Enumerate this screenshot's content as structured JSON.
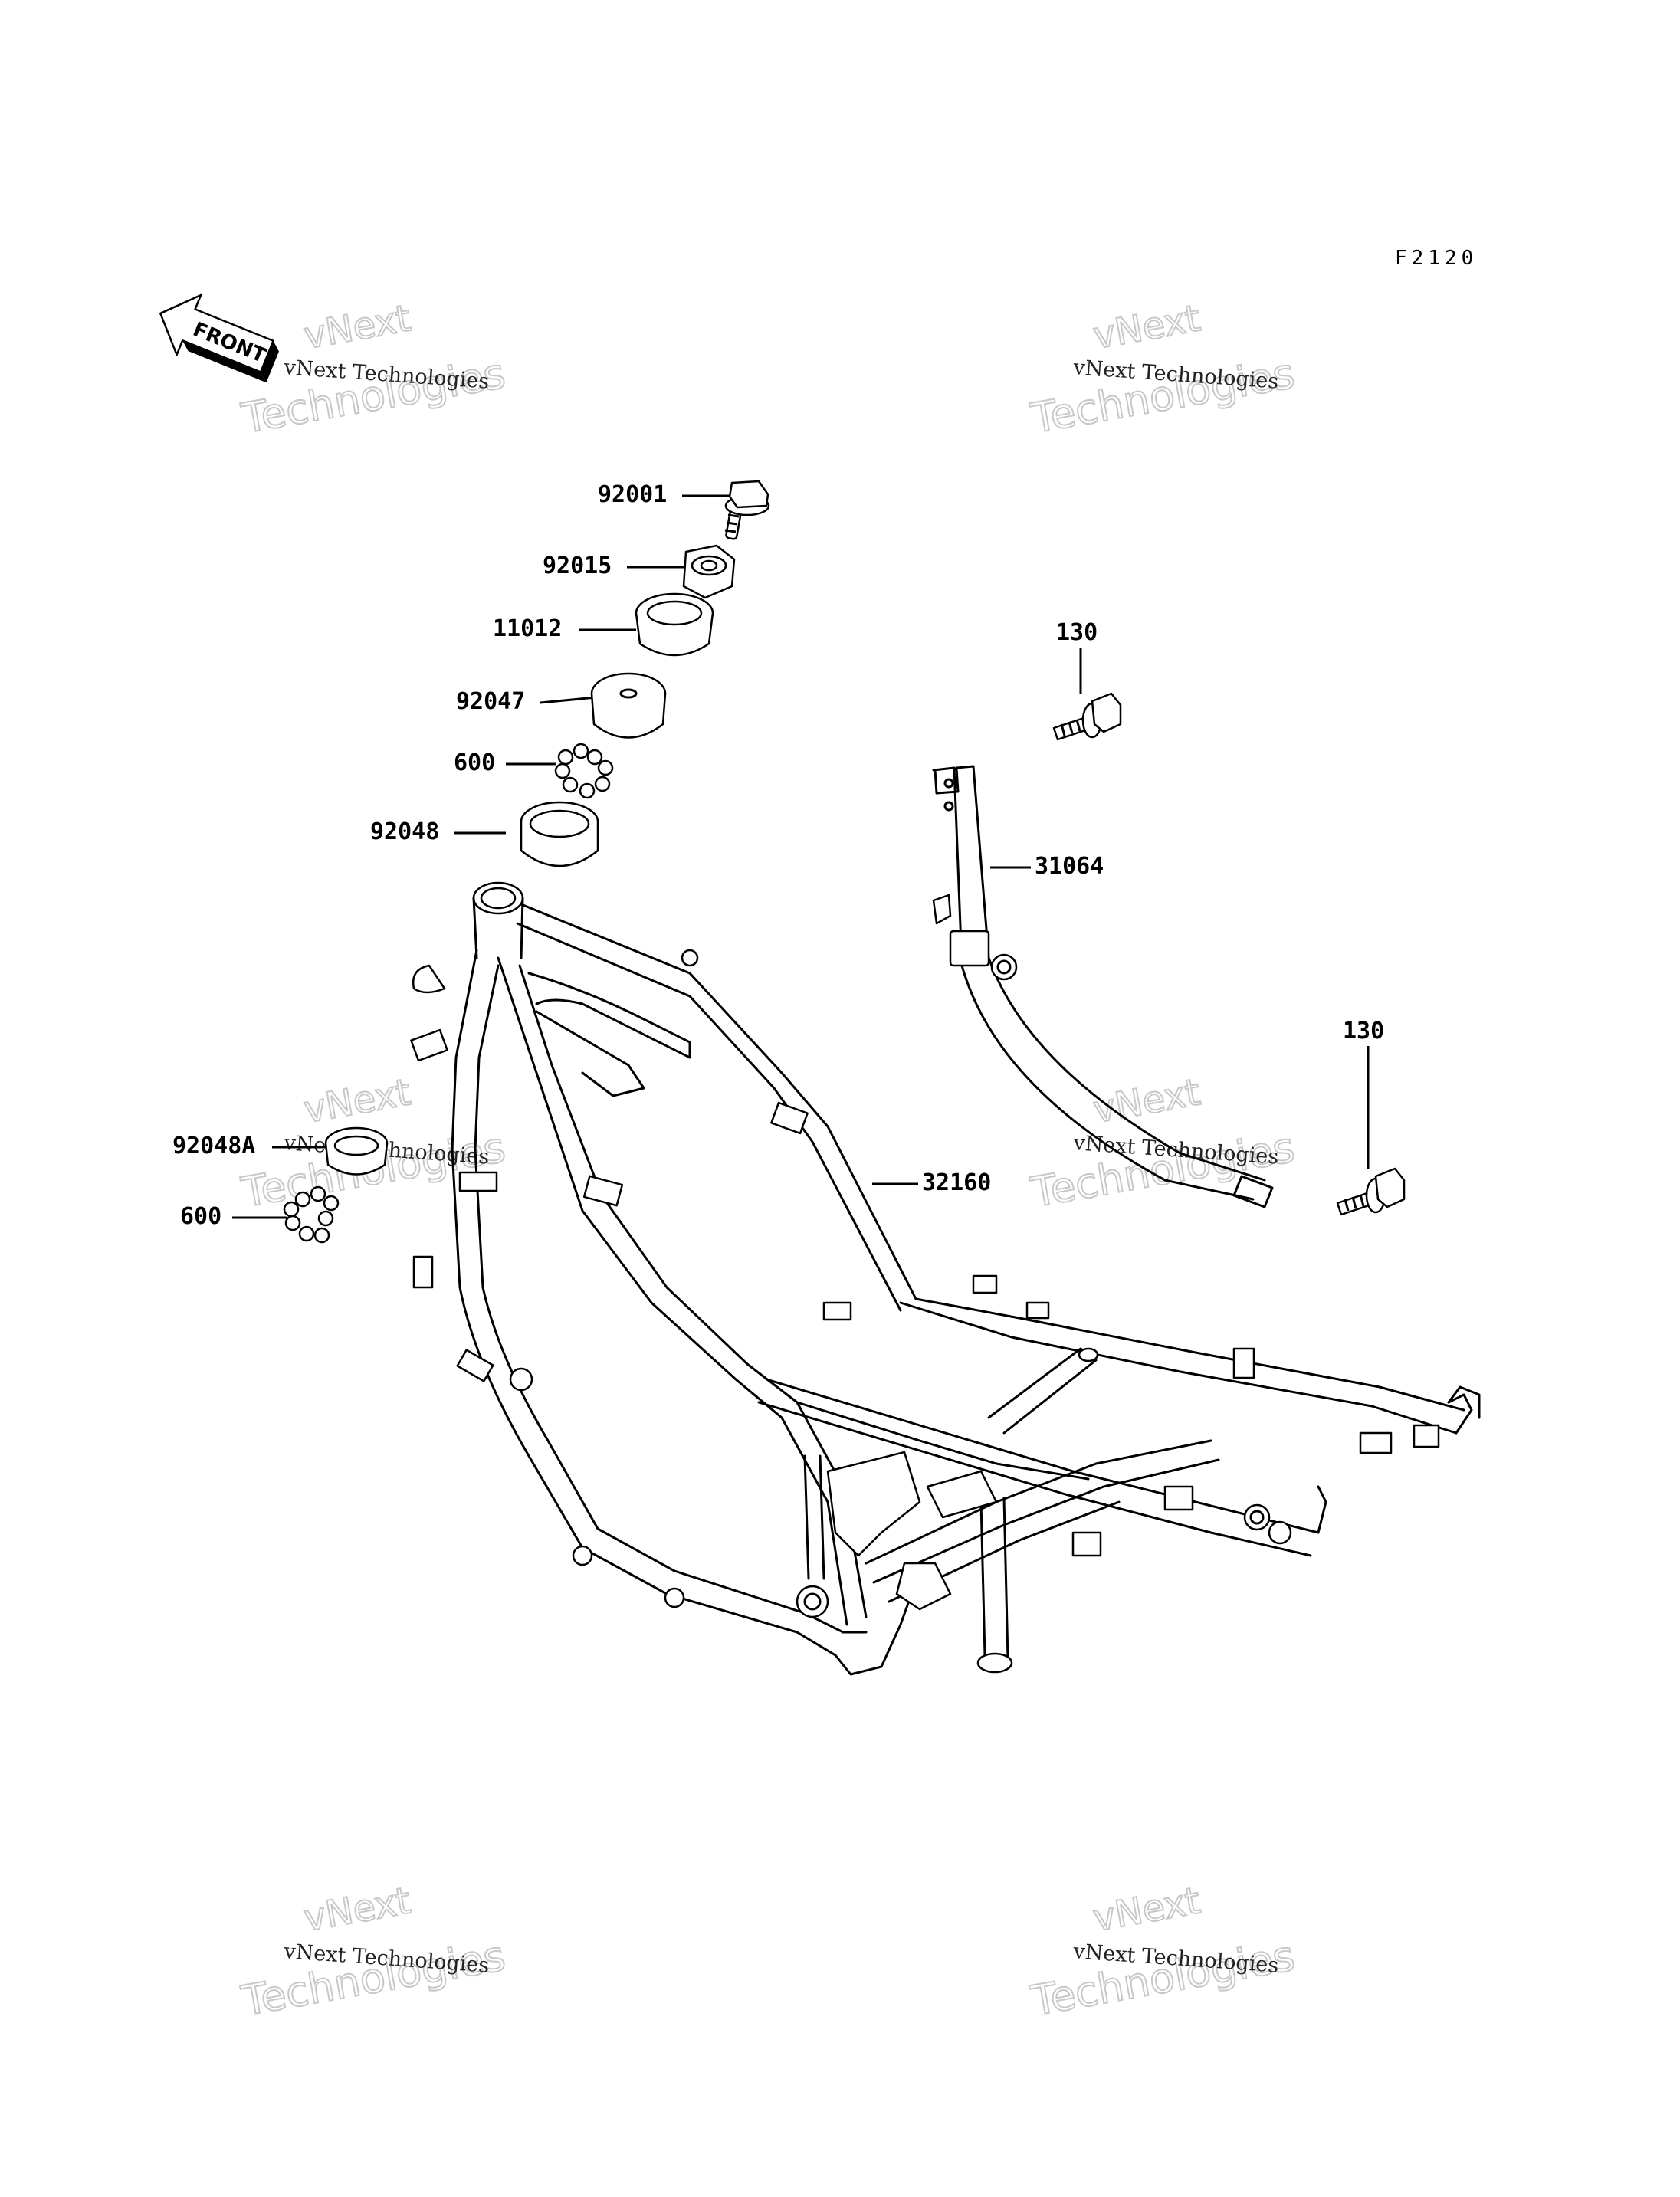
{
  "diagram_code": "F2120",
  "front_label": "FRONT",
  "watermark": {
    "small": "vNext Technologies",
    "big_line1": "vNext",
    "big_line2": "Technologies"
  },
  "parts": [
    {
      "number": "92001",
      "icon": "flange-bolt-icon"
    },
    {
      "number": "92015",
      "icon": "nut-icon"
    },
    {
      "number": "11012",
      "icon": "cap-icon"
    },
    {
      "number": "92047",
      "icon": "damper-icon"
    },
    {
      "number": "600",
      "icon": "ball-bearings-icon"
    },
    {
      "number": "92048",
      "icon": "race-cup-icon"
    },
    {
      "number": "130",
      "icon": "flange-bolt-icon"
    },
    {
      "number": "31064",
      "icon": "down-tube-icon"
    },
    {
      "number": "130",
      "icon": "flange-bolt-icon"
    },
    {
      "number": "92048A",
      "icon": "race-cup-icon"
    },
    {
      "number": "600",
      "icon": "ball-bearings-icon"
    },
    {
      "number": "32160",
      "icon": "frame-icon"
    }
  ],
  "colors": {
    "line": "#000000",
    "watermark": "#c8c8c8",
    "background": "#ffffff"
  }
}
